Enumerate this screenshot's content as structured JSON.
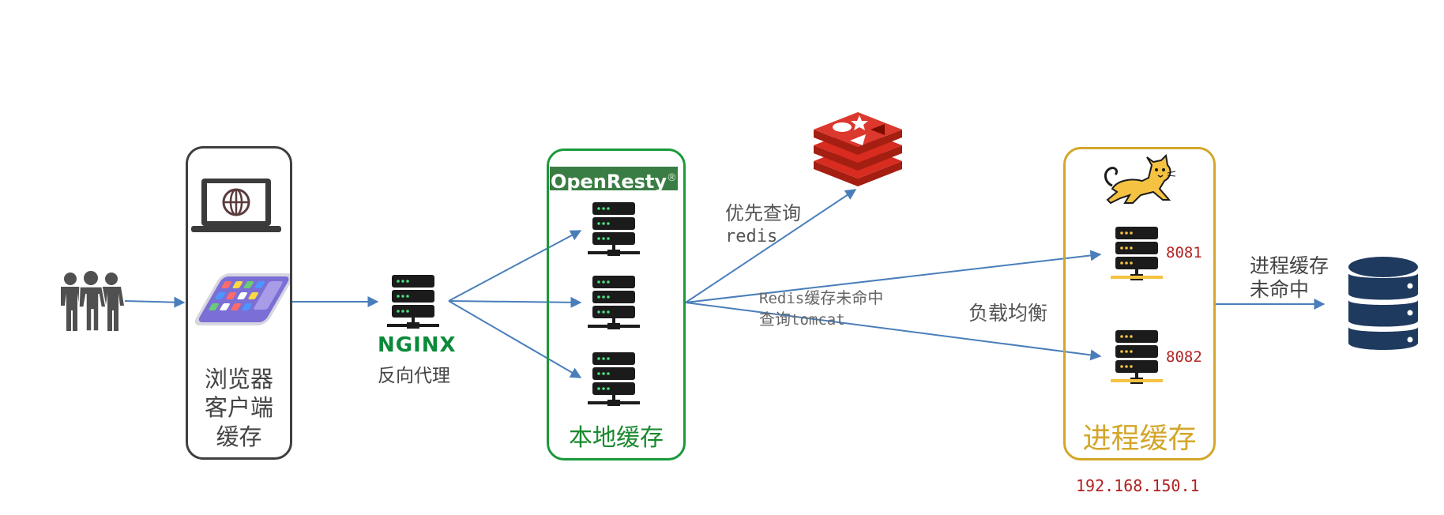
{
  "browser": {
    "caption_line1": "浏览器",
    "caption_line2": "客户端",
    "caption_line3": "缓存"
  },
  "nginx": {
    "logo": "NGINX",
    "label": "反向代理"
  },
  "openresty": {
    "logo": "OpenResty",
    "registered": "®",
    "caption": "本地缓存"
  },
  "redis_path": {
    "label_line1": "优先查询",
    "label_line2": "redis"
  },
  "miss_path": {
    "label_line1_a": "Redis",
    "label_line1_b": "缓存未命中",
    "label_line2_a": "查询",
    "label_line2_b": "tomcat"
  },
  "load_balance": {
    "label": "负载均衡"
  },
  "tomcat": {
    "port1": "8081",
    "port2": "8082",
    "caption": "进程缓存",
    "ip": "192.168.150.1"
  },
  "db_path": {
    "label_line1": "进程缓存",
    "label_line2": "未命中"
  },
  "icons": [
    "users-icon",
    "laptop-globe-icon",
    "smartphone-icon",
    "server-icon",
    "redis-icon",
    "tomcat-cat-icon",
    "database-icon"
  ],
  "colors": {
    "arrow": "#4a7ebb",
    "browser_border": "#3f3f3f",
    "openresty_border": "#1a9a3a",
    "tomcat_border": "#d4a62a",
    "port_text": "#b22222",
    "db": "#1e3a5f"
  }
}
